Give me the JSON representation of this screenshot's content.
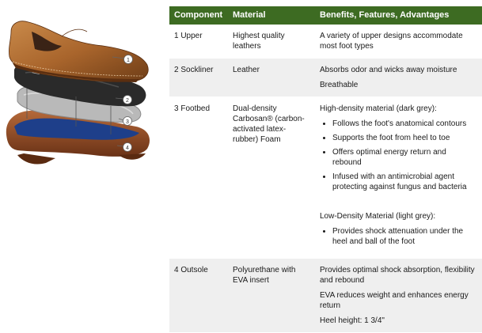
{
  "diagram": {
    "callouts": [
      "1",
      "2",
      "3",
      "4"
    ]
  },
  "table": {
    "headers": [
      "Component",
      "Material",
      "Benefits, Features, Advantages"
    ],
    "rows": [
      {
        "component": "1 Upper",
        "material": "Highest quality leathers",
        "b1": "A variety of upper designs accommodate most foot types"
      },
      {
        "component": "2 Sockliner",
        "material": "Leather",
        "b1": "Absorbs odor and wicks away moisture",
        "b2": "Breathable"
      },
      {
        "component": "3 Footbed",
        "material": "Dual-density Carbosan® (carbon-activated latex-rubber) Foam",
        "intro": "High-density material (dark grey):",
        "list1": [
          "Follows the foot's anatomical contours",
          "Supports the foot from heel to toe",
          "Offers optimal energy return and rebound",
          "Infused with an antimicrobial agent protecting against fungus and bacteria"
        ],
        "intro2": "Low-Density Material (light grey):",
        "list2": [
          "Provides shock attenuation under the heel and ball of the foot"
        ]
      },
      {
        "component": "4 Outsole",
        "material": "Polyurethane with EVA insert",
        "b1": "Provides optimal shock absorption, flexibility and rebound",
        "b2": "EVA reduces weight and enhances energy return",
        "b3": "Heel height: 1 3/4\""
      }
    ]
  }
}
